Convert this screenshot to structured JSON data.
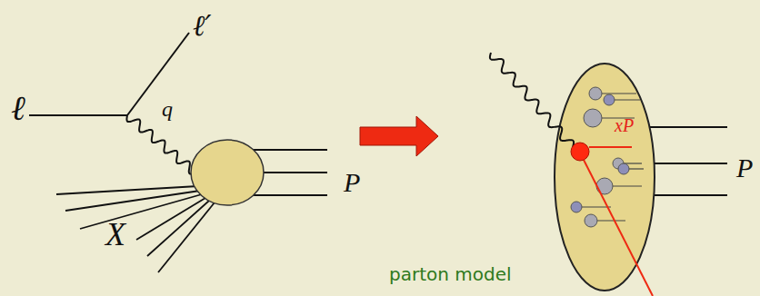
{
  "diagram": {
    "labels": [
      "ℓ",
      "ℓ′",
      "q",
      "X",
      "P",
      "xP",
      "P",
      "parton model"
    ]
  }
}
